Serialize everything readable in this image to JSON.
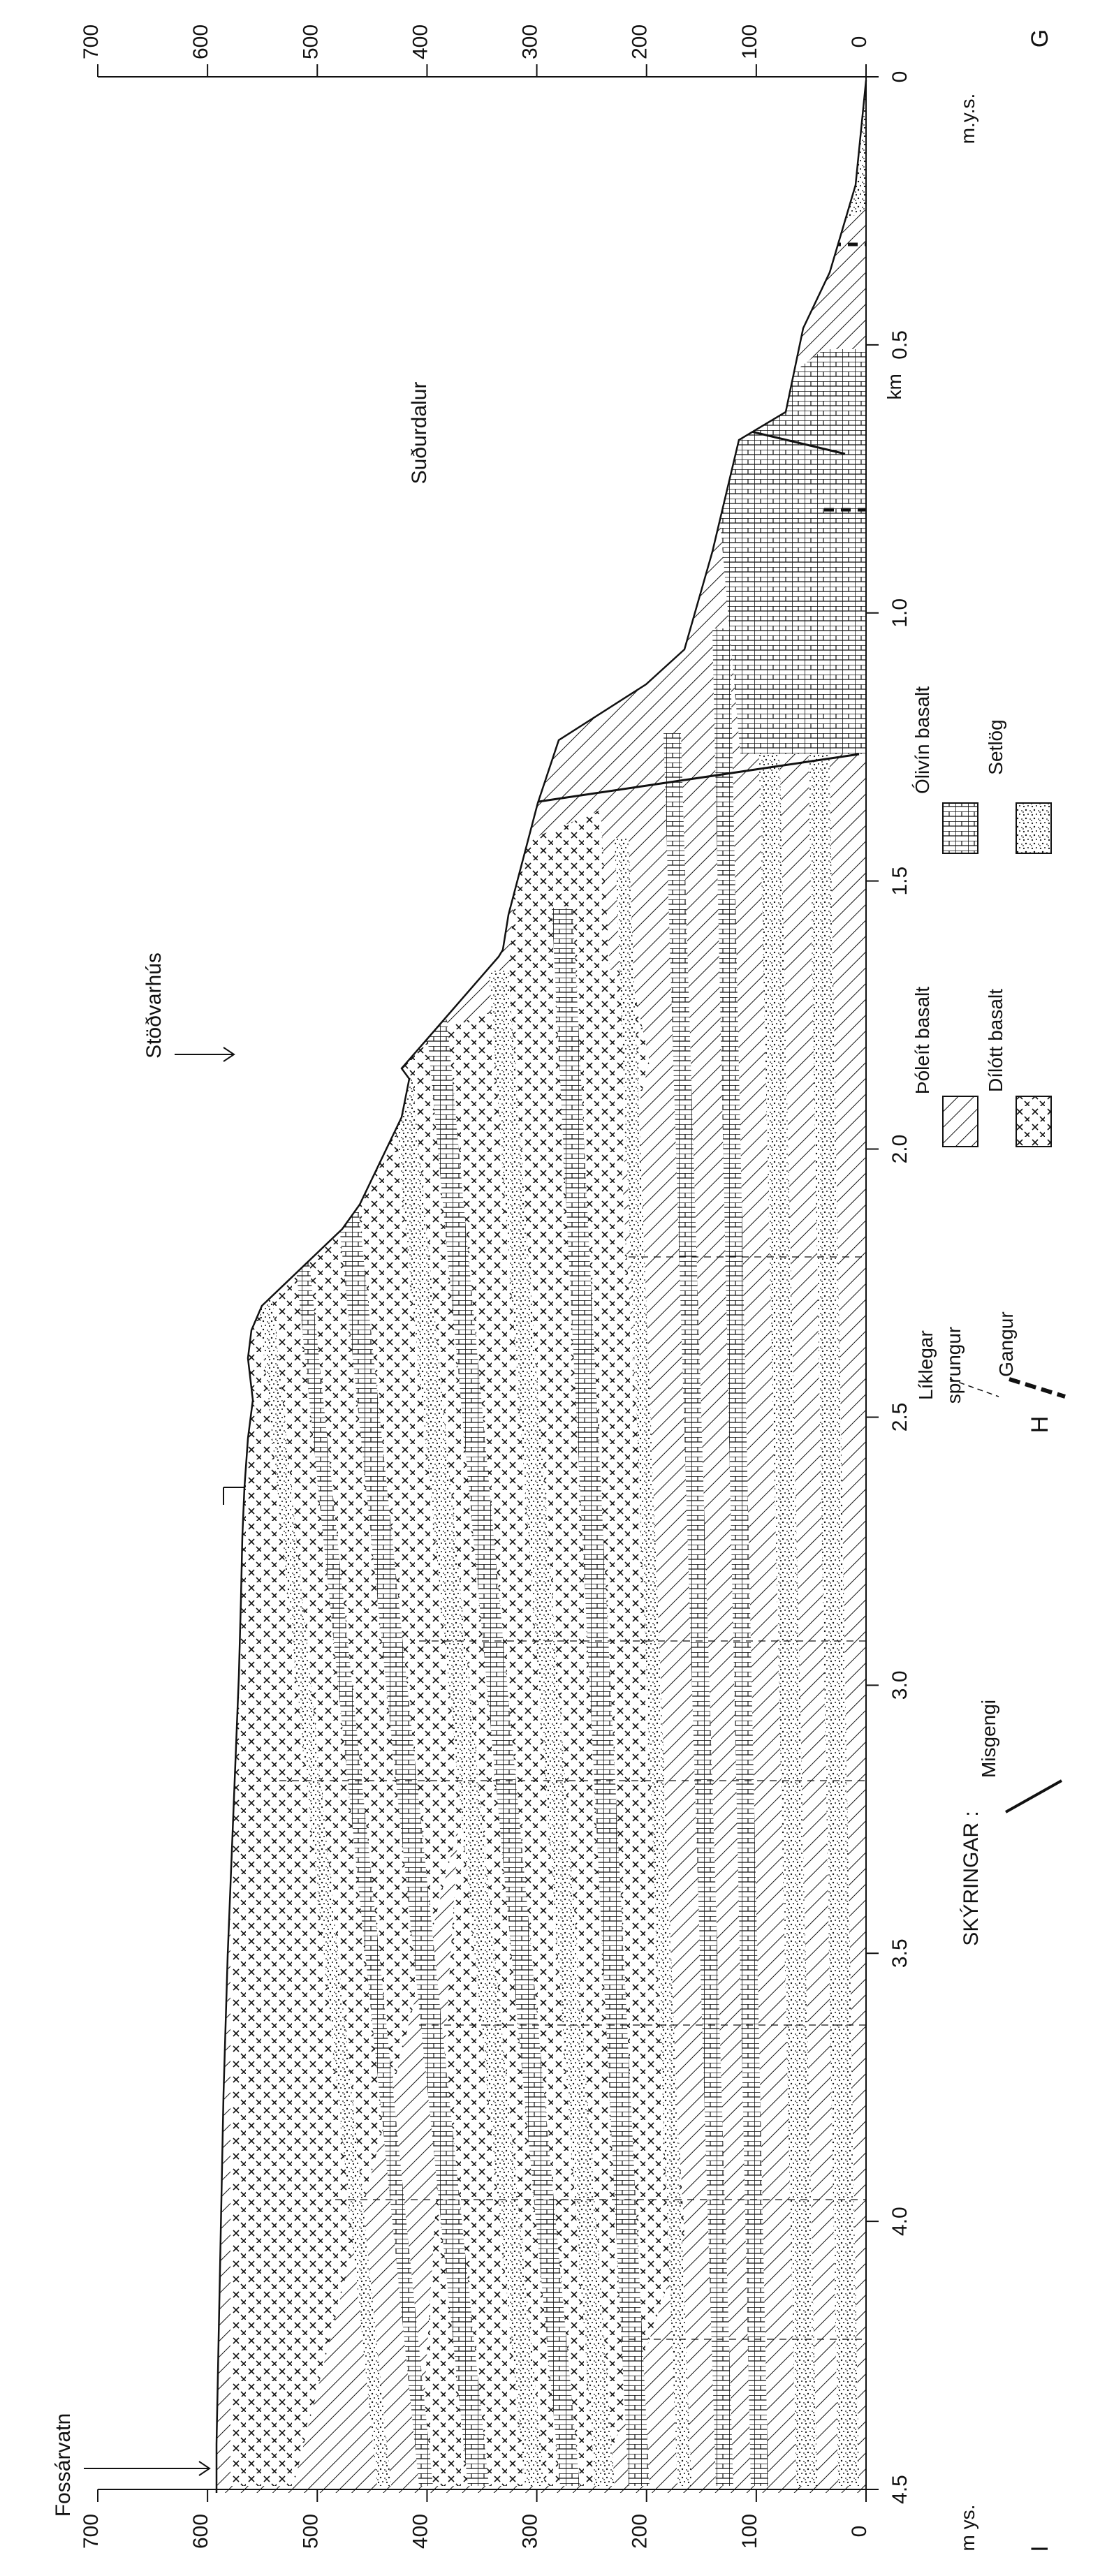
{
  "figure": {
    "profile_start_letter": "G",
    "profile_mid_letter": "H",
    "profile_end_letter": "I",
    "distance_unit": "km",
    "distance_ticks": [
      "0",
      "0.5",
      "1.0",
      "1.5",
      "2.0",
      "2.5",
      "3.0",
      "3.5",
      "4.0",
      "4.5"
    ],
    "elevation_unit": "m.y.s.",
    "elevation_unit_left": "m ys.",
    "elevation_ticks": [
      "0",
      "100",
      "200",
      "300",
      "400",
      "500",
      "600",
      "700"
    ],
    "place_labels": {
      "valley": "Suðurdalur",
      "station": "Stöðvarhús",
      "lake": "Fossárvatn"
    }
  },
  "legend": {
    "title": "SKÝRINGAR :",
    "items": [
      {
        "key": "fault",
        "label": "Misgengi"
      },
      {
        "key": "probable-fracture",
        "label_line1": "Líklegar",
        "label_line2": "sprungur"
      },
      {
        "key": "dike",
        "label": "Gangur"
      },
      {
        "key": "tholeiite",
        "label": "Þóleít basalt"
      },
      {
        "key": "porphyritic",
        "label": "Dílótt basalt"
      },
      {
        "key": "olivine",
        "label": "Ólivín basalt"
      },
      {
        "key": "sediment",
        "label": "Setlög"
      }
    ]
  }
}
